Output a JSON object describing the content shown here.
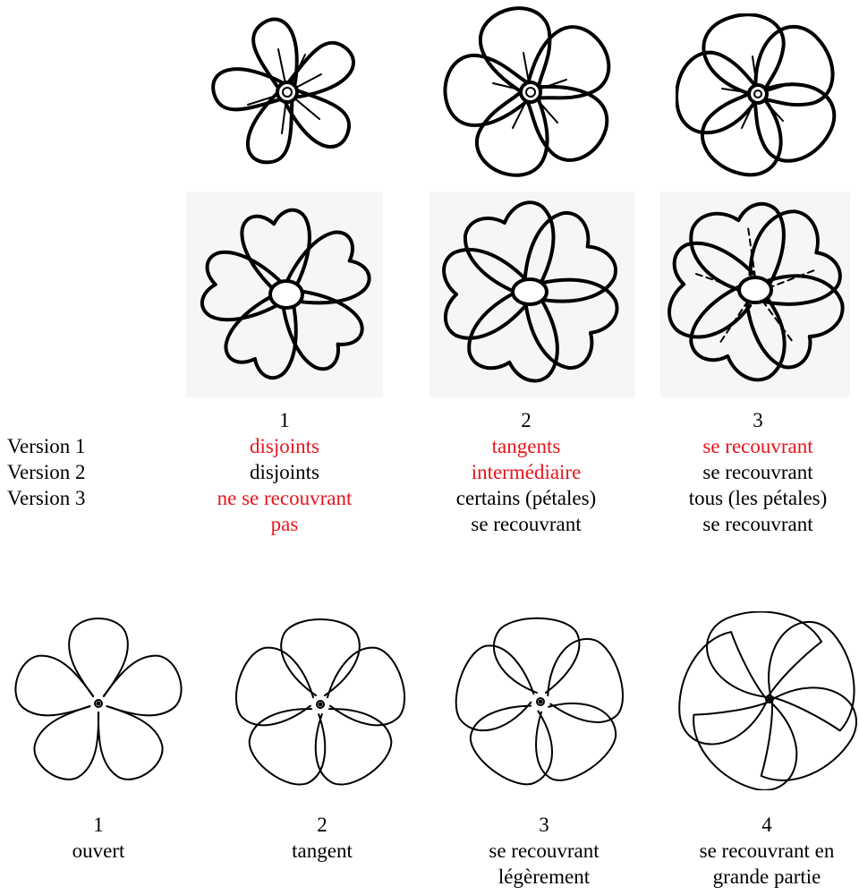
{
  "top": {
    "columns": [
      "1",
      "2",
      "3"
    ],
    "rows": [
      {
        "label": "Version 1",
        "cells": [
          {
            "lines": [
              "disjoints"
            ],
            "color": "#e8141b"
          },
          {
            "lines": [
              "tangents"
            ],
            "color": "#e8141b"
          },
          {
            "lines": [
              "se recouvrant"
            ],
            "color": "#e8141b"
          }
        ]
      },
      {
        "label": "Version 2",
        "cells": [
          {
            "lines": [
              "disjoints"
            ],
            "color": "#000000"
          },
          {
            "lines": [
              "intermédiaire"
            ],
            "color": "#e8141b"
          },
          {
            "lines": [
              "se recouvrant"
            ],
            "color": "#000000"
          }
        ]
      },
      {
        "label": "Version 3",
        "cells": [
          {
            "lines": [
              "ne se recouvrant",
              "pas"
            ],
            "color": "#e8141b"
          },
          {
            "lines": [
              "certains (pétales)",
              "se recouvrant"
            ],
            "color": "#000000"
          },
          {
            "lines": [
              "tous (les pétales)",
              "se recouvrant"
            ],
            "color": "#000000"
          }
        ]
      }
    ]
  },
  "bottom": {
    "items": [
      {
        "num": "1",
        "lines": [
          "ouvert"
        ]
      },
      {
        "num": "2",
        "lines": [
          "tangent"
        ]
      },
      {
        "num": "3",
        "lines": [
          "se recouvrant",
          "légèrement"
        ]
      },
      {
        "num": "4",
        "lines": [
          "se recouvrant en",
          "grande partie"
        ]
      }
    ]
  },
  "colors": {
    "accent": "#e8141b",
    "text": "#000000"
  }
}
